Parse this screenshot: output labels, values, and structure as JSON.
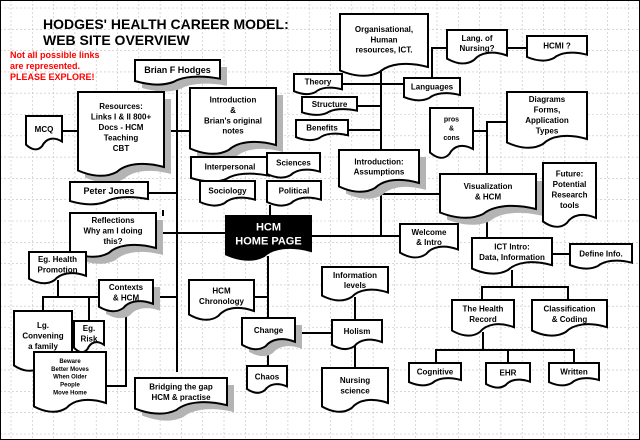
{
  "title": {
    "line1": "HODGES' HEALTH CAREER MODEL:",
    "line2": "WEB SITE OVERVIEW"
  },
  "note": {
    "line1": "Not all possible links",
    "line2": "are    represented.",
    "line3": "PLEASE  EXPLORE!",
    "color": "#ff0000"
  },
  "nodes": {
    "brian": [
      "Brian F Hodges"
    ],
    "resources": [
      "Resources:",
      "Links I & II 800+",
      "Docs - HCM",
      "Teaching",
      "CBT"
    ],
    "mcq": [
      "MCQ"
    ],
    "intro_notes": [
      "Introduction",
      "&",
      "Brian's original",
      "notes"
    ],
    "interpersonal": [
      "Interpersonal"
    ],
    "sciences": [
      "Sciences"
    ],
    "sociology": [
      "Sociology"
    ],
    "political": [
      "Political"
    ],
    "peter": [
      "Peter Jones"
    ],
    "theory": [
      "Theory"
    ],
    "structure": [
      "Structure"
    ],
    "benefits": [
      "Benefits"
    ],
    "organisational": [
      "Organisational,",
      "Human",
      "resources, ICT."
    ],
    "lang_nursing": [
      "Lang. of",
      "Nursing?"
    ],
    "hcmi": [
      "HCMI ?"
    ],
    "languages": [
      "Languages"
    ],
    "pros": [
      "pros",
      "&",
      "cons"
    ],
    "diagrams": [
      "Diagrams",
      "Forms,",
      "Application",
      "Types"
    ],
    "assumptions": [
      "Introduction:",
      "Assumptions"
    ],
    "visualization": [
      "Visualization",
      "& HCM"
    ],
    "future": [
      "Future:",
      "Potential",
      "Research",
      "tools"
    ],
    "home": [
      "HCM",
      "HOME PAGE"
    ],
    "reflections": [
      "Reflections",
      "Why am I doing",
      "this?"
    ],
    "health_promotion": [
      "Eg. Health",
      "Promotion"
    ],
    "welcome": [
      "Welcome",
      "& Intro"
    ],
    "ict": [
      "ICT Intro:",
      "Data, Information"
    ],
    "define": [
      "Define Info."
    ],
    "contexts": [
      "Contexts",
      "& HCM"
    ],
    "chronology": [
      "HCM",
      "Chronology"
    ],
    "family": [
      "Lg.",
      "Convening",
      "a  family"
    ],
    "risk": [
      "Eg.",
      "Risk"
    ],
    "info_levels": [
      "Information",
      "levels"
    ],
    "beware": [
      "Beware",
      "Better  Moves",
      "When  Older",
      "People",
      "Move  Home"
    ],
    "change": [
      "Change"
    ],
    "holism": [
      "Holism"
    ],
    "health_record": [
      "The  Health",
      "Record"
    ],
    "classification": [
      "Classification",
      "& Coding"
    ],
    "bridging": [
      "Bridging the gap",
      "HCM & practise"
    ],
    "chaos": [
      "Chaos"
    ],
    "nursing_science": [
      "Nursing",
      "science"
    ],
    "cognitive": [
      "Cognitive"
    ],
    "ehr": [
      "EHR"
    ],
    "written": [
      "Written"
    ]
  },
  "colors": {
    "grid": "#c0c0c0",
    "shadow": "#b4b4b4",
    "home_fill": "#000000"
  }
}
